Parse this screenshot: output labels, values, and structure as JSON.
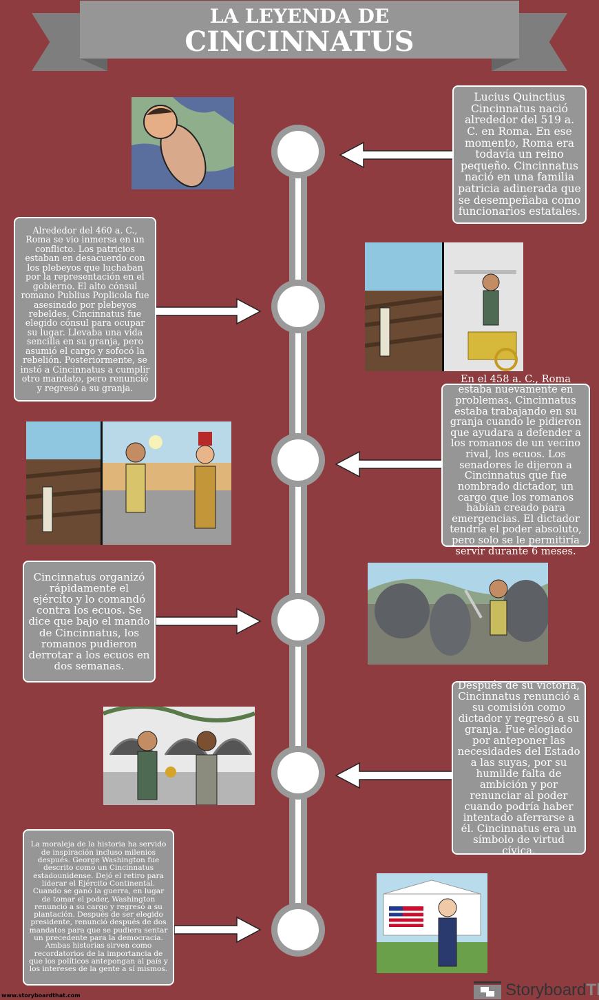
{
  "header": {
    "title_line1": "LA LEYENDA DE",
    "title_line2": "CINCINNATUS"
  },
  "colors": {
    "background": "#8e3c3f",
    "box": "#979696",
    "timeline": "#9a9a9a",
    "text": "#ffffff"
  },
  "events": [
    {
      "side": "right",
      "image": "baby-cincinnatus-over-map",
      "text": "Lucius Quinctius Cincinnatus nació alrededor del 519 a. C. en Roma. En ese momento, Roma era todavía un reino pequeño. Cincinnatus nació en una familia patricia adinerada que se desempeñaba como funcionarios estatales."
    },
    {
      "side": "left",
      "image": "farmer-and-consul-with-chariot",
      "text": "Alrededor del 460 a. C., Roma se vio inmersa en un conflicto. Los patricios estaban en desacuerdo con los plebeyos que luchaban por la representación en el gobierno. El alto cónsul romano Publius Poplicola fue asesinado por plebeyos rebeldes. Cincinnatus fue elegido cónsul para ocupar su lugar. Llevaba una vida sencilla en su granja, pero asumió el cargo y sofocó la rebelión. Posteriormente, se instó a Cincinnatus a cumplir otro mandato, pero renunció y regresó a su granja."
    },
    {
      "side": "right",
      "image": "farmer-and-senators",
      "text": "En el 458 a. C., Roma estaba nuevamente en problemas. Cincinnatus estaba trabajando en su granja cuando le pidieron que ayudara a defender a los romanos de un vecino rival, los ecuos. Los senadores le dijeron a Cincinnatus que fue nombrado dictador, un cargo que los romanos habían creado para emergencias. El dictador tendría el poder absoluto, pero solo se le permitiría servir durante 6 meses."
    },
    {
      "side": "left",
      "image": "cincinnatus-leading-army",
      "text": "Cincinnatus organizó rápidamente el ejército y lo comandó contra los ecuos. Se dice que bajo el mando de Cincinnatus, los romanos pudieron derrotar a los ecuos en dos semanas."
    },
    {
      "side": "right",
      "image": "cincinnatus-returning-power",
      "text": "Después de su victoria, Cincinnatus renunció a su comisión como dictador y regresó a su granja. Fue elogiado por anteponer las necesidades del Estado a las suyas, por su humilde falta de ambición y por renunciar al poder cuando podría haber intentado aferrarse a él. Cincinnatus era un símbolo de virtud cívica."
    },
    {
      "side": "left",
      "image": "george-washington-white-house",
      "text": "La moraleja de la historia ha servido de inspiración incluso milenios después. George Washington fue descrito como un Cincinnatus estadounidense. Dejó el retiro para liderar el Ejército Continental. Cuando se ganó la guerra, en lugar de tomar el poder, Washington renunció a su cargo y regresó a su plantación. Después de ser elegido presidente, renunció después de dos mandatos para que se pudiera sentar un precedente para la democracia. Ambas historias sirven como recordatorios de la importancia de que los políticos antepongan al país y los intereses de la gente a sí mismos."
    }
  ],
  "footer": {
    "url": "www.storyboardthat.com",
    "logo_part1": "Storyboard",
    "logo_part2": "That"
  }
}
